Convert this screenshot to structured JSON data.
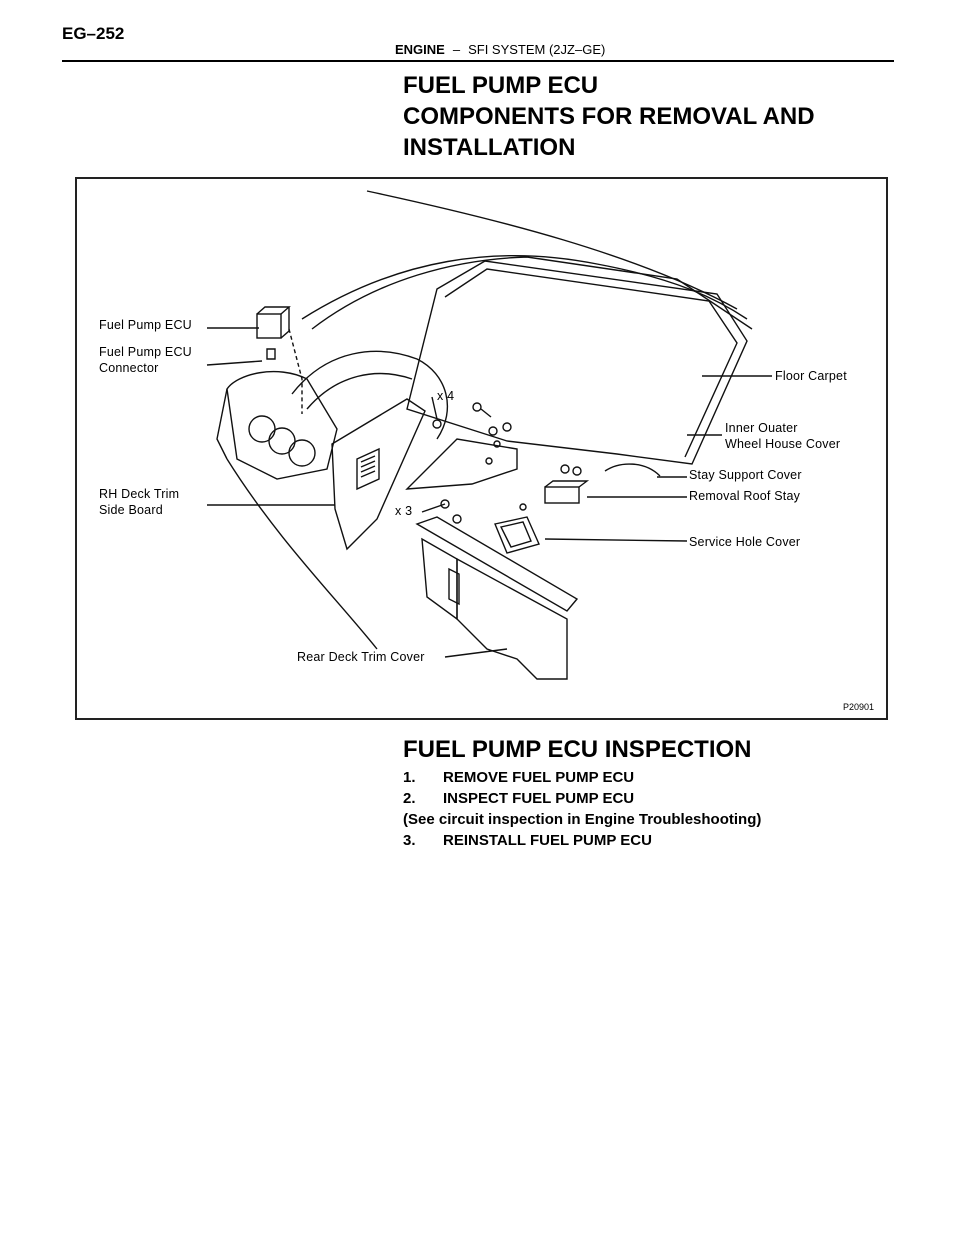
{
  "header": {
    "page_number": "EG–252",
    "section": "ENGINE",
    "separator": "–",
    "subsection": "SFI SYSTEM (2JZ–GE)"
  },
  "title": {
    "lines": [
      "FUEL PUMP ECU",
      "COMPONENTS FOR REMOVAL AND",
      "INSTALLATION"
    ]
  },
  "figure": {
    "labels": {
      "fuel_pump_ecu": "Fuel Pump ECU",
      "fuel_pump_ecu_connector_1": "Fuel Pump ECU",
      "fuel_pump_ecu_connector_2": "Connector",
      "rh_deck_trim_1": "RH Deck Trim",
      "rh_deck_trim_2": "Side Board",
      "floor_carpet": "Floor Carpet",
      "inner_wheel_house_1": "Inner Ouater",
      "inner_wheel_house_2": "Wheel House Cover",
      "stay_support_cover": "Stay Support Cover",
      "removal_roof_stay": "Removal Roof Stay",
      "service_hole_cover": "Service Hole Cover",
      "rear_deck_trim_cover": "Rear Deck Trim Cover",
      "qty_x4": "x 4",
      "qty_x3": "x 3"
    },
    "figure_id": "P20901"
  },
  "inspection": {
    "heading": "FUEL PUMP ECU INSPECTION",
    "steps": [
      {
        "num": "1.",
        "text": "REMOVE FUEL PUMP ECU"
      },
      {
        "num": "2.",
        "text": "INSPECT FUEL PUMP ECU",
        "note": "(See circuit inspection in Engine Troubleshooting)"
      },
      {
        "num": "3.",
        "text": "REINSTALL FUEL PUMP ECU"
      }
    ]
  }
}
